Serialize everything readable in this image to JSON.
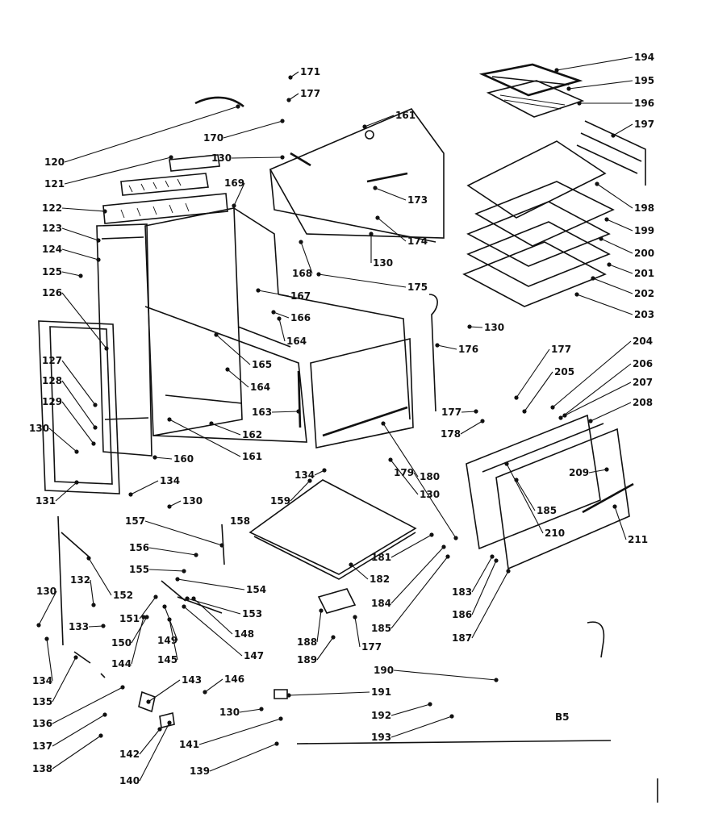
{
  "diagram": {
    "figure_code": "B5",
    "callouts": [
      "120",
      "121",
      "122",
      "123",
      "124",
      "125",
      "126",
      "127",
      "128",
      "129",
      "130",
      "131",
      "132",
      "133",
      "134",
      "135",
      "136",
      "137",
      "138",
      "139",
      "140",
      "141",
      "142",
      "143",
      "144",
      "145",
      "146",
      "147",
      "148",
      "149",
      "150",
      "151",
      "152",
      "153",
      "154",
      "155",
      "156",
      "157",
      "158",
      "159",
      "160",
      "161",
      "162",
      "163",
      "164",
      "165",
      "166",
      "167",
      "168",
      "169",
      "170",
      "171",
      "173",
      "174",
      "175",
      "176",
      "177",
      "178",
      "179",
      "180",
      "181",
      "182",
      "183",
      "184",
      "185",
      "186",
      "187",
      "188",
      "189",
      "190",
      "191",
      "192",
      "193",
      "194",
      "195",
      "196",
      "197",
      "198",
      "199",
      "200",
      "201",
      "202",
      "203",
      "204",
      "205",
      "206",
      "207",
      "208",
      "209",
      "210",
      "211"
    ]
  }
}
